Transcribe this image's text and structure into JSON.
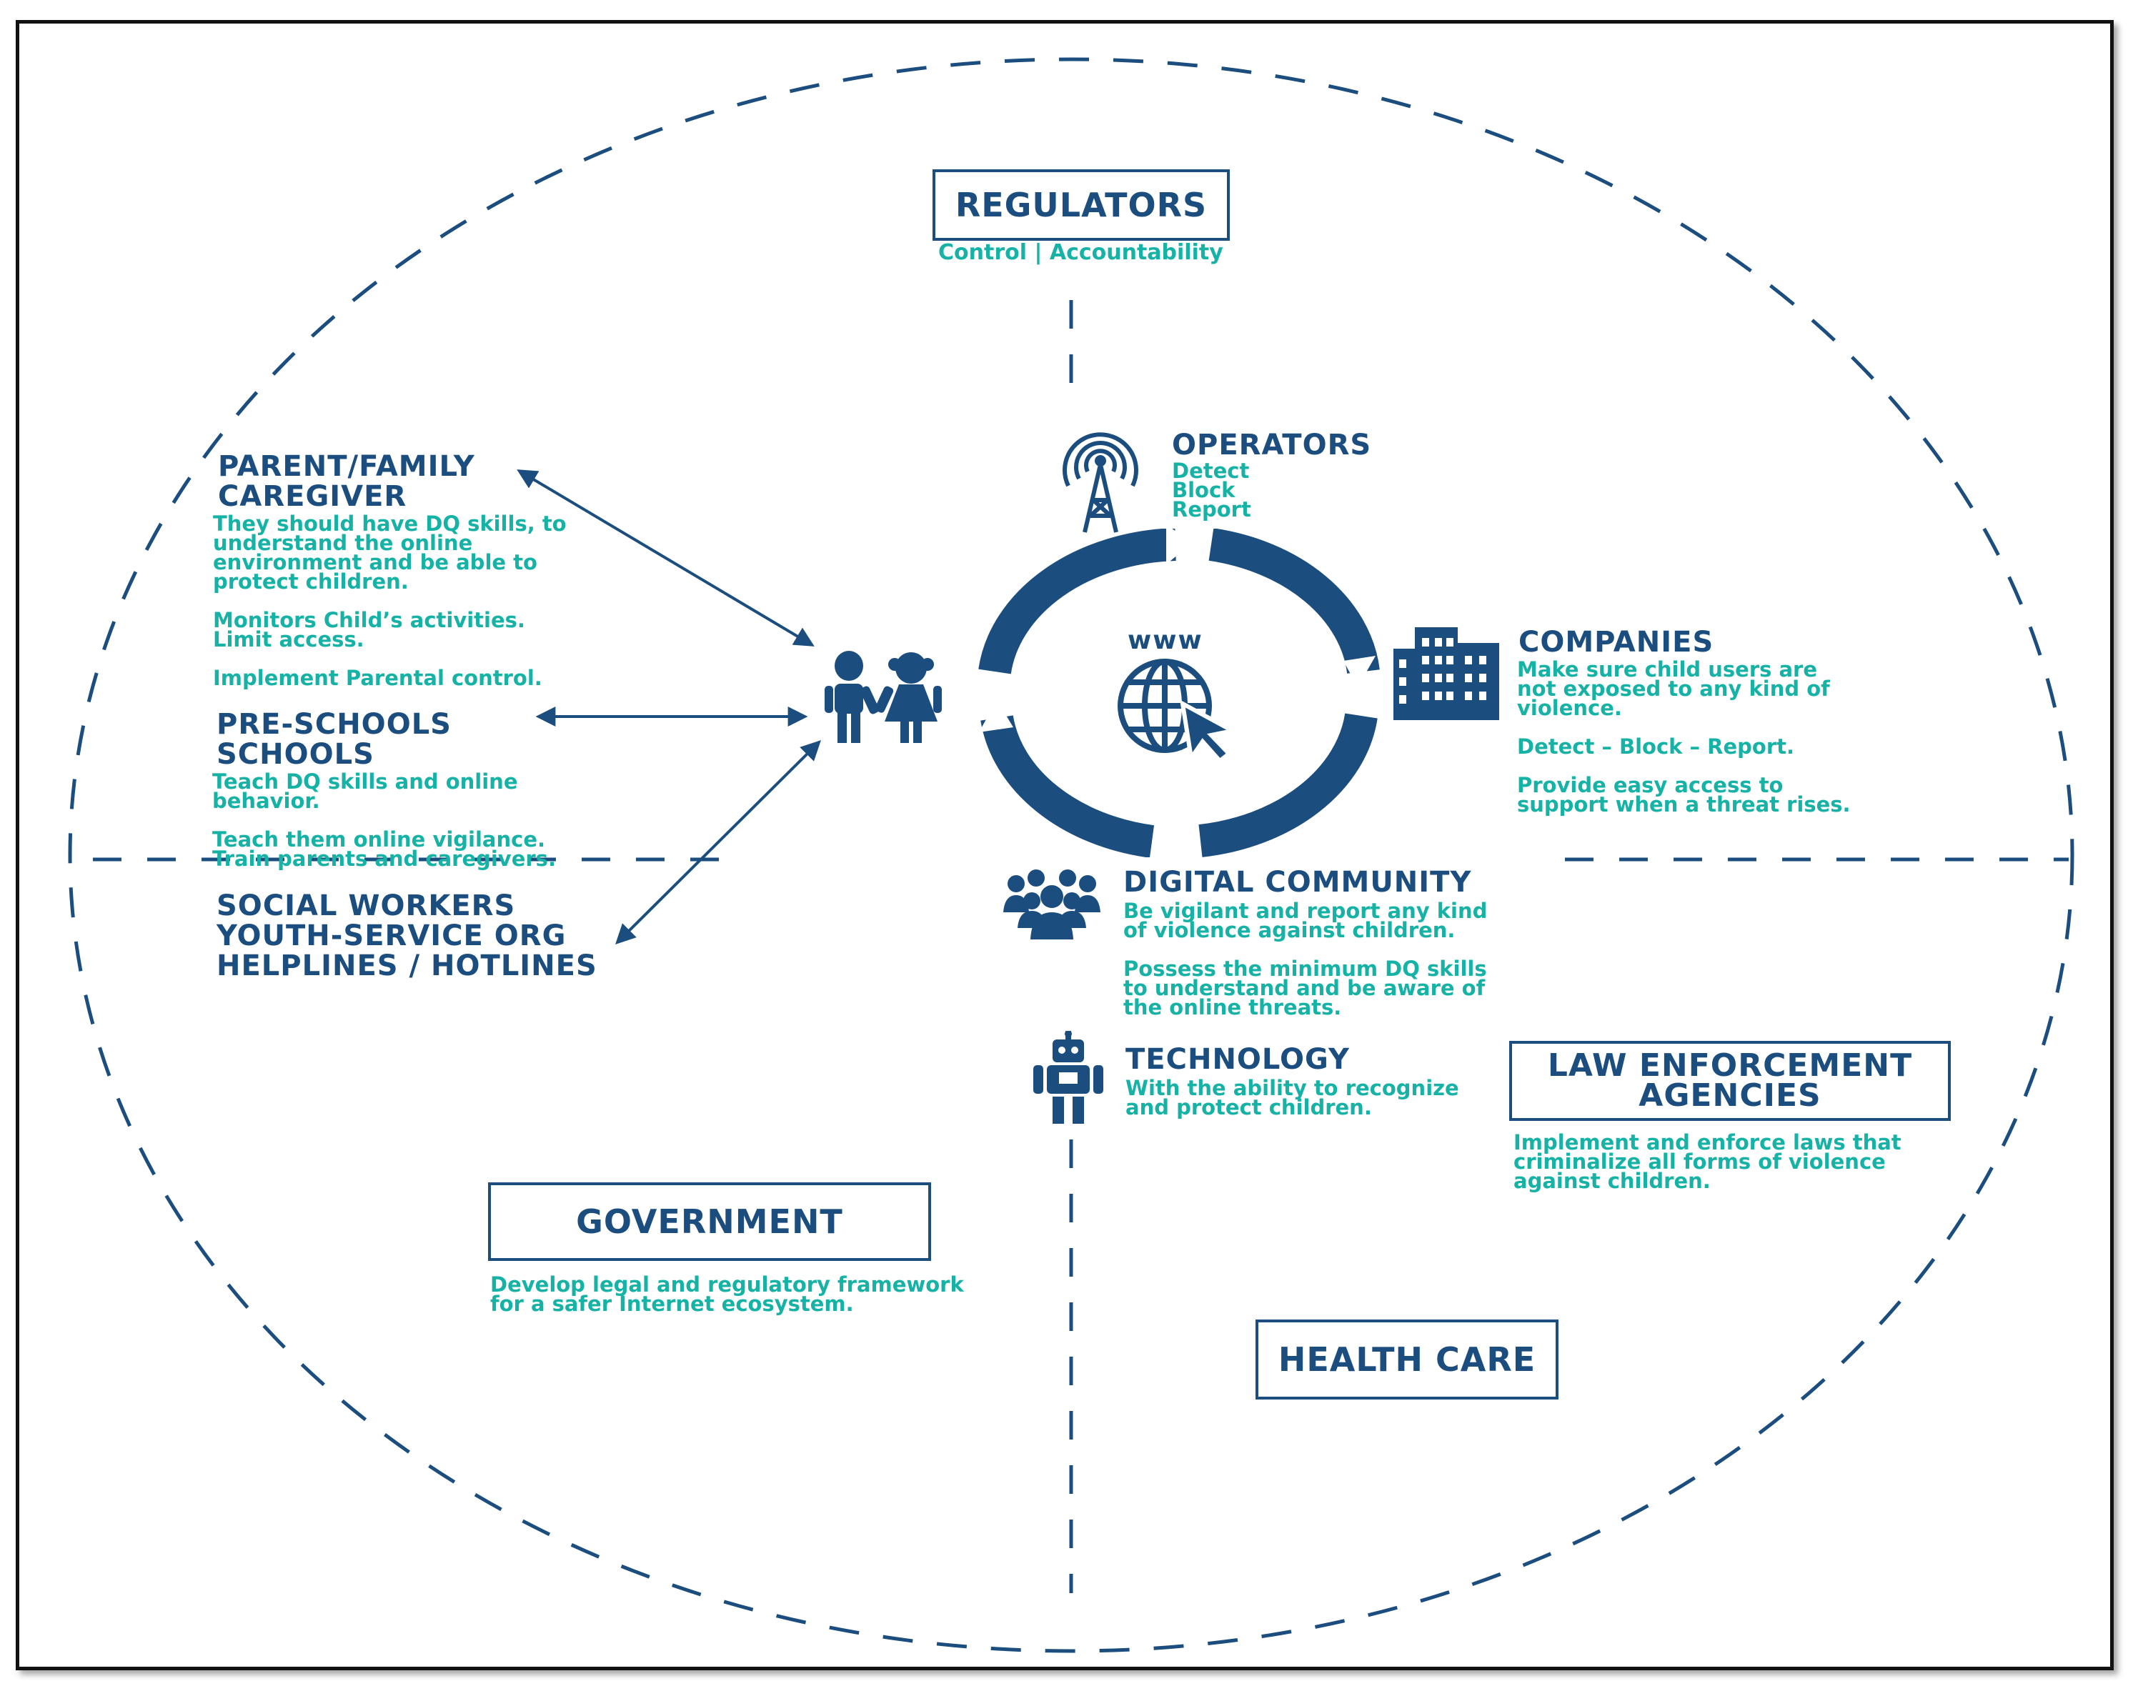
{
  "colors": {
    "dark_blue": "#1b4d7e",
    "teal": "#16b2a6",
    "frame": "#111111"
  },
  "regulators": {
    "title": "REGULATORS",
    "sub": "Control | Accountability"
  },
  "operators": {
    "title": "OPERATORS",
    "lines": [
      "Detect",
      "Block",
      "Report"
    ],
    "icon": "radio-tower-icon"
  },
  "center": {
    "label": "www",
    "icon": "globe-cursor-icon",
    "cycle_icon": "cycle-arrows-icon"
  },
  "companies": {
    "title": "COMPANIES",
    "para1": [
      "Make sure child users  are",
      "not exposed to any kind of",
      "violence."
    ],
    "para2": [
      "Detect – Block – Report."
    ],
    "para3": [
      "Provide easy access to",
      "support when a threat rises."
    ],
    "icon": "building-icon"
  },
  "parent": {
    "title": [
      "PARENT/FAMILY",
      "CAREGIVER"
    ],
    "para1": [
      "They should have DQ skills, to",
      "understand the online",
      "environment and be able to",
      "protect children."
    ],
    "para2": [
      "Monitors Child’s activities.",
      "Limit access."
    ],
    "para3": [
      "Implement Parental control."
    ]
  },
  "schools": {
    "title": [
      "PRE-SCHOOLS",
      "SCHOOLS"
    ],
    "para1": [
      "Teach DQ skills and online",
      "behavior."
    ],
    "para2": [
      "Teach them online vigilance.",
      "Train parents and caregivers."
    ]
  },
  "social": {
    "title": [
      "SOCIAL WORKERS",
      "YOUTH-SERVICE ORG",
      "HELPLINES / HOTLINES"
    ]
  },
  "children_icon": "children-icon",
  "digital_community": {
    "title": "DIGITAL COMMUNITY",
    "para1": [
      "Be vigilant and report any kind",
      "of violence against children."
    ],
    "para2": [
      "Possess the minimum DQ skills",
      "to understand and be aware of",
      "the online threats."
    ],
    "icon": "community-group-icon"
  },
  "technology": {
    "title": "TECHNOLOGY",
    "para1": [
      "With the ability to recognize",
      "and protect children."
    ],
    "icon": "robot-icon"
  },
  "law": {
    "title": [
      "LAW ENFORCEMENT",
      "AGENCIES"
    ],
    "para1": [
      "Implement and enforce laws that",
      "criminalize all forms of violence",
      "against children."
    ]
  },
  "government": {
    "title": "GOVERNMENT",
    "para1": [
      "Develop legal and regulatory framework",
      "for a safer Internet ecosystem."
    ]
  },
  "health": {
    "title": "HEALTH CARE"
  }
}
